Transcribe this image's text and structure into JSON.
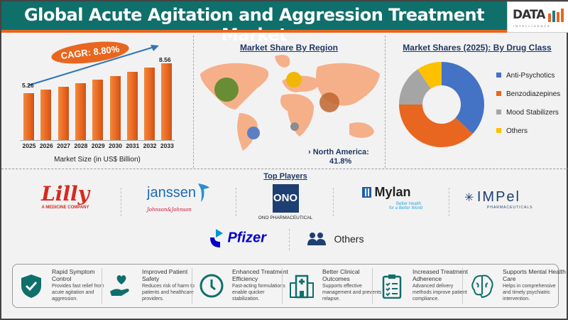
{
  "header": {
    "title": "Global Acute Agitation and Aggression Treatment Market",
    "logo_text": "DATA",
    "logo_sub": "INTELLIGENCE"
  },
  "colors": {
    "teal": "#0f6f6b",
    "orange": "#e8661f",
    "blue": "#4472c4",
    "gray": "#a5a5a5",
    "yellow": "#ffc000"
  },
  "chart_data": [
    {
      "type": "bar",
      "title": "Market Size (in US$ Billion)",
      "annotation": "CAGR: 8.80%",
      "categories": [
        "2025",
        "2026",
        "2027",
        "2028",
        "2029",
        "2030",
        "2031",
        "2032",
        "2033"
      ],
      "values": [
        5.26,
        5.59,
        5.94,
        6.31,
        6.71,
        7.13,
        7.57,
        8.05,
        8.56
      ],
      "labels": {
        "first": "5.26",
        "last": "8.56"
      }
    },
    {
      "type": "pie",
      "title": "Market Shares (2025): By Drug Class",
      "categories": [
        "Anti-Psychotics",
        "Benzodiazepines",
        "Mood Stabilizers",
        "Others"
      ],
      "values": [
        37,
        38,
        15.5,
        9.5
      ]
    }
  ],
  "region": {
    "title": "Market Share By Region",
    "highlight_label": "North America:",
    "highlight_value": "41.8%"
  },
  "players": {
    "title": "Top Players",
    "lilly_tag": "A MEDICINE COMPANY",
    "lilly": "Lilly",
    "janssen": "janssen",
    "jj": "Johnson&Johnson",
    "ono": "ONO",
    "ono_name": "ONO PHARMACEUTICAL",
    "mylan": "Mylan",
    "mylan_tag1": "Better Health",
    "mylan_tag2": "for a Better World",
    "impel": "IMPel",
    "impel_sub": "PHARMACEUTICALS",
    "pfizer": "Pfizer",
    "others": "Others"
  },
  "benefits": [
    {
      "title": "Rapid Symptom Control",
      "desc": "Provides fast relief from acute agitation and aggression."
    },
    {
      "title": "Improved Patient Safety",
      "desc": "Reduces risk of harm to patients and healthcare providers."
    },
    {
      "title": "Enhanced Treatment Efficiency",
      "desc": "Fast-acting formulations enable quicker stabilization."
    },
    {
      "title": "Better Clinical Outcomes",
      "desc": "Supports effective management and prevents relapse."
    },
    {
      "title": "Increased Treatment Adherence",
      "desc": "Advanced delivery methods improve patient compliance."
    },
    {
      "title": "Supports Mental Health Care",
      "desc": "Helps in comprehensive and timely psychiatric intervention."
    }
  ]
}
